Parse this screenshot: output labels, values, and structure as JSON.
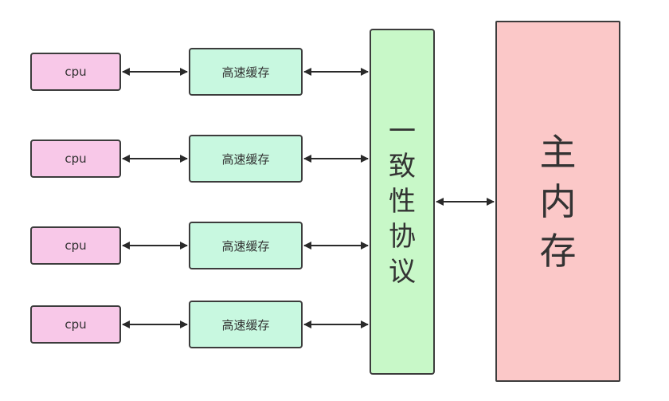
{
  "cpus": [
    {
      "label": "cpu"
    },
    {
      "label": "cpu"
    },
    {
      "label": "cpu"
    },
    {
      "label": "cpu"
    }
  ],
  "caches": [
    {
      "label": "高速缓存"
    },
    {
      "label": "高速缓存"
    },
    {
      "label": "高速缓存"
    },
    {
      "label": "高速缓存"
    }
  ],
  "coherence": {
    "chars": [
      "一",
      "致",
      "性",
      "协",
      "议"
    ]
  },
  "memory": {
    "chars": [
      "主",
      "内",
      "存"
    ]
  },
  "colors": {
    "cpu_fill": "#f8c8e8",
    "cache_fill": "#c8f8e0",
    "coherence_fill": "#c8f8c8",
    "memory_fill": "#fbc8c8",
    "stroke": "#3c3c3c"
  }
}
